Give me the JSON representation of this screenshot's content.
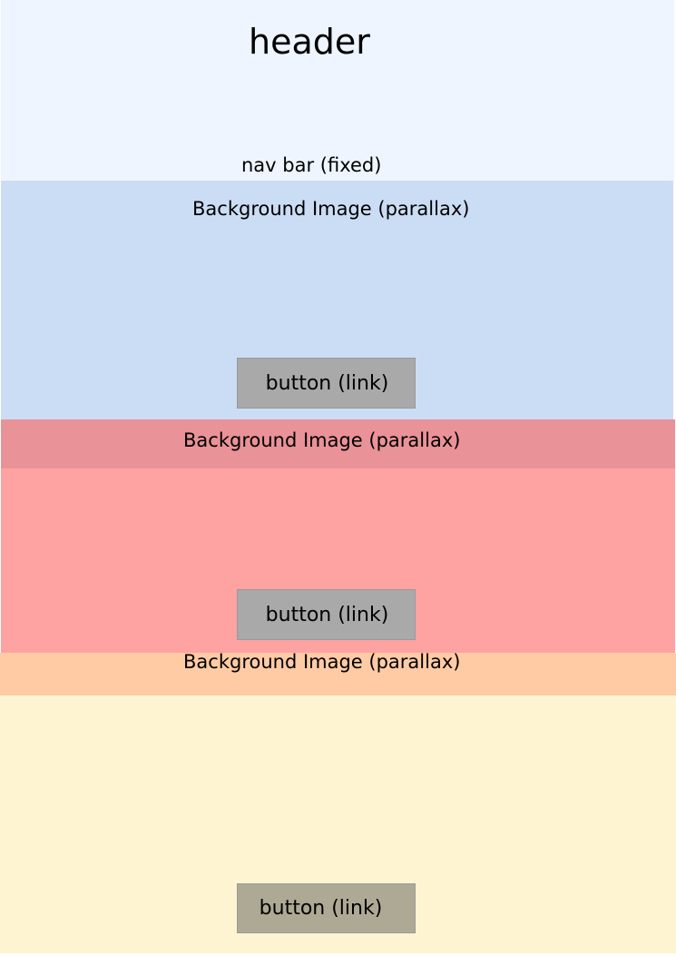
{
  "header": {
    "title": "header",
    "nav_label": "nav bar (fixed)",
    "color": "#eef5fe"
  },
  "sections": [
    {
      "label": "Background Image (parallax)",
      "button_label": "button (link)",
      "color": "#cbddf4",
      "button_color": "#a9a9a9"
    },
    {
      "label": "Background Image (parallax)",
      "button_label": "button (link)",
      "color": "#ffa2a2",
      "band_color": "#e99298",
      "button_color": "#a9a9a9"
    },
    {
      "label": "Background Image (parallax)",
      "button_label": "button (link)",
      "color": "#fff4d2",
      "band_color": "#ffcba4",
      "button_color": "#aea995"
    }
  ]
}
